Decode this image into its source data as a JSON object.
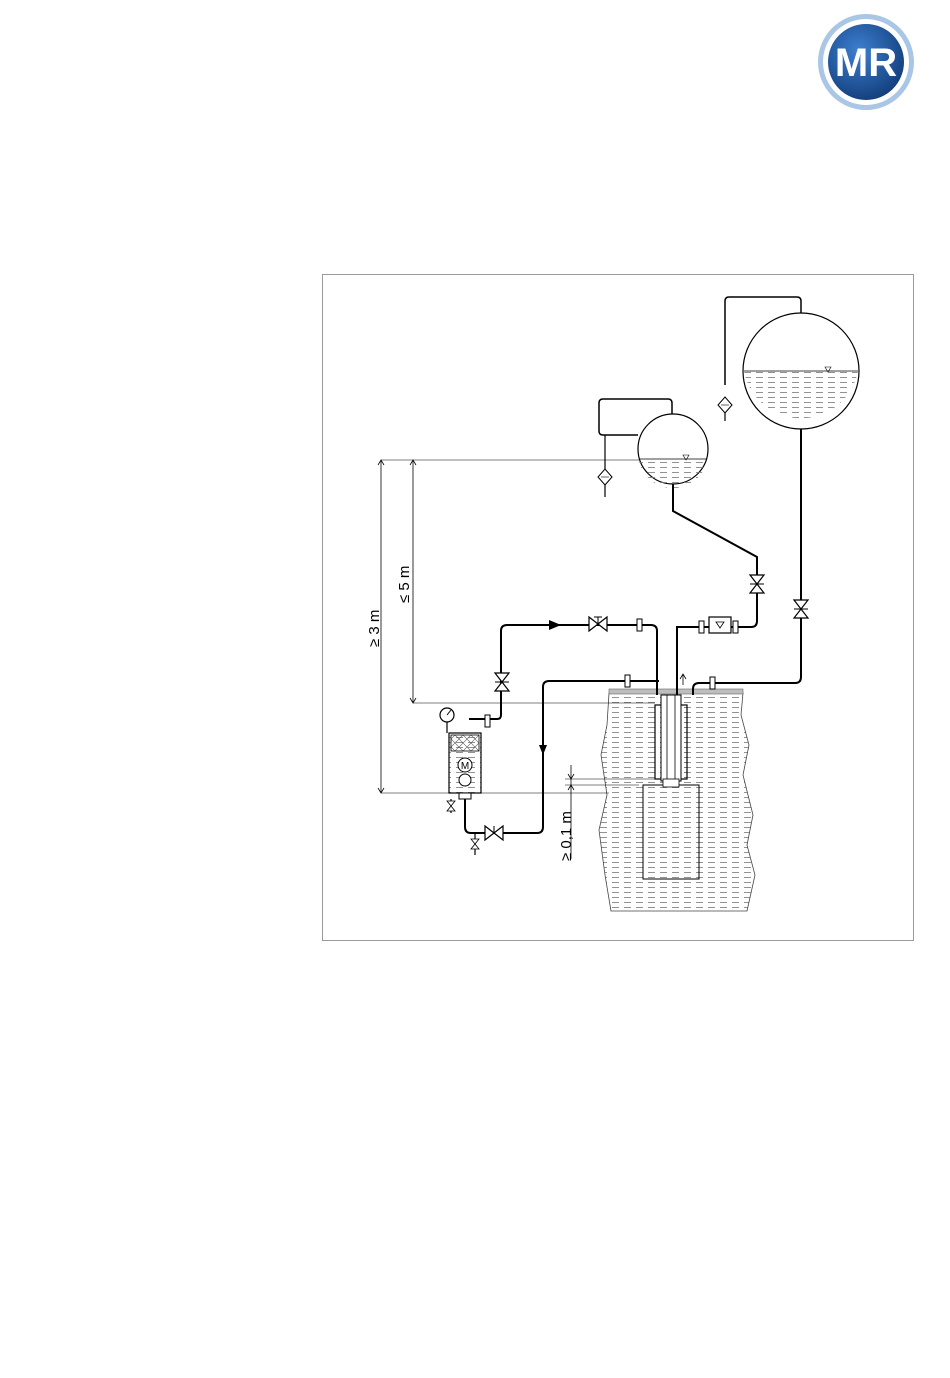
{
  "brand": {
    "logo_text": "MR",
    "colors": {
      "outer_ring": "#8fb7dd",
      "inner": "#1d5aa6",
      "white_ring": "#ffffff"
    }
  },
  "figure": {
    "dimensions": {
      "min_height_3m": "≥ 3 m",
      "max_height_5m": "≤ 5 m",
      "min_depth_01m": "≥ 0,1 m"
    },
    "motor_symbol": "M"
  }
}
